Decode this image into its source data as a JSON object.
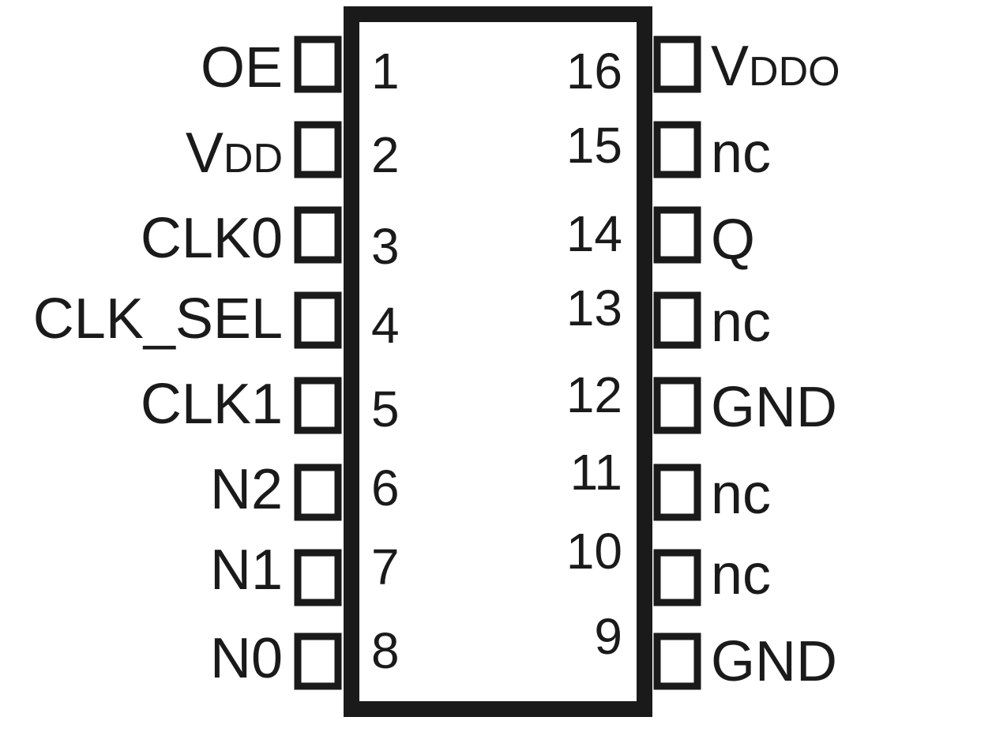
{
  "colors": {
    "stroke": "#1a1a1a",
    "background": "#ffffff"
  },
  "left_pins": [
    {
      "number": "1",
      "name": "OE"
    },
    {
      "number": "2",
      "name_main": "V",
      "name_sub": "DD"
    },
    {
      "number": "3",
      "name": "CLK0"
    },
    {
      "number": "4",
      "name": "CLK_SEL"
    },
    {
      "number": "5",
      "name": "CLK1"
    },
    {
      "number": "6",
      "name": "N2"
    },
    {
      "number": "7",
      "name": "N1"
    },
    {
      "number": "8",
      "name": "N0"
    }
  ],
  "right_pins": [
    {
      "number": "16",
      "name_main": "V",
      "name_sub": "DDO"
    },
    {
      "number": "15",
      "name": "nc"
    },
    {
      "number": "14",
      "name": "Q"
    },
    {
      "number": "13",
      "name": "nc"
    },
    {
      "number": "12",
      "name": "GND"
    },
    {
      "number": "11",
      "name": "nc"
    },
    {
      "number": "10",
      "name": "nc"
    },
    {
      "number": "9",
      "name": "GND"
    }
  ]
}
